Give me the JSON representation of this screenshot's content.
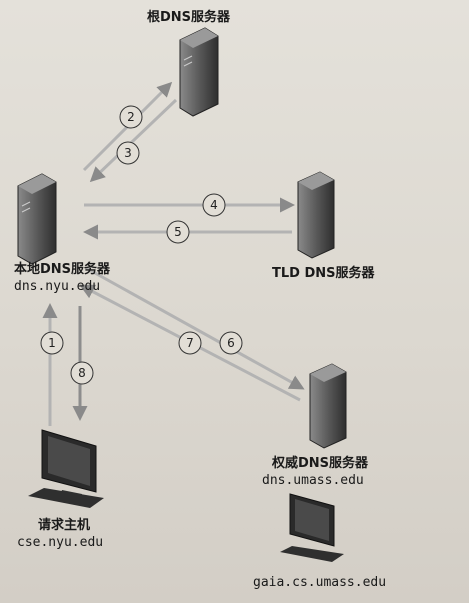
{
  "nodes": {
    "root_server": {
      "name": "根DNS服务器"
    },
    "local_server": {
      "name": "本地DNS服务器",
      "host": "dns.nyu.edu"
    },
    "tld_server": {
      "name": "TLD DNS服务器"
    },
    "auth_server": {
      "name": "权威DNS服务器",
      "host": "dns.umass.edu"
    },
    "requesting_host": {
      "name": "请求主机",
      "host": "cse.nyu.edu"
    },
    "target_host": {
      "host": "gaia.cs.umass.edu"
    }
  },
  "steps": [
    "1",
    "2",
    "3",
    "4",
    "5",
    "6",
    "7",
    "8"
  ],
  "colors": {
    "arrow": "#b8b8b8",
    "arrow_gray": "#8d8d8d",
    "server_body": "#3a3a3a",
    "server_face": "#7c7c7c"
  }
}
